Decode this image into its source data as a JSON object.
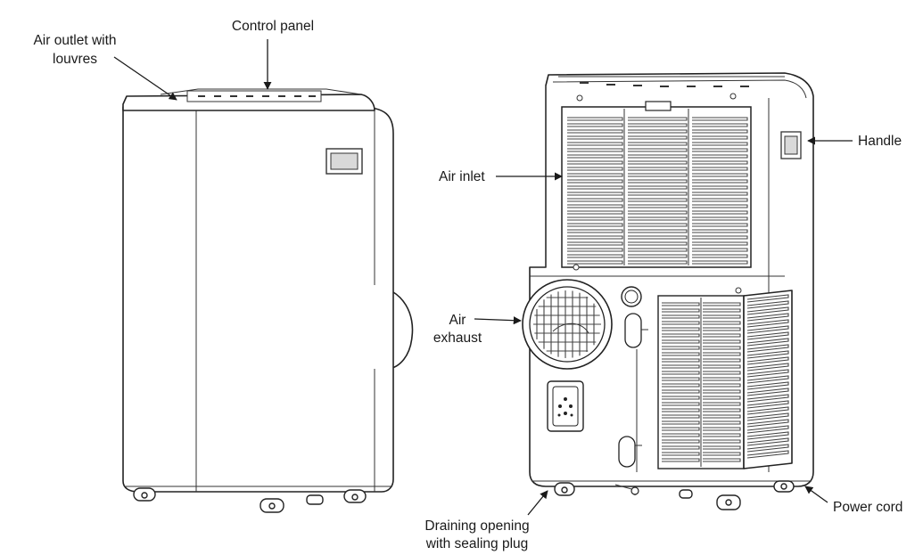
{
  "labels": {
    "control_panel": "Control panel",
    "air_outlet_line1": "Air outlet with",
    "air_outlet_line2": "louvres",
    "handle": "Handle",
    "air_inlet": "Air inlet",
    "air_exhaust_line1": "Air",
    "air_exhaust_line2": "exhaust",
    "draining_line1": "Draining opening",
    "draining_line2": "with sealing plug",
    "power_cord": "Power cord"
  }
}
